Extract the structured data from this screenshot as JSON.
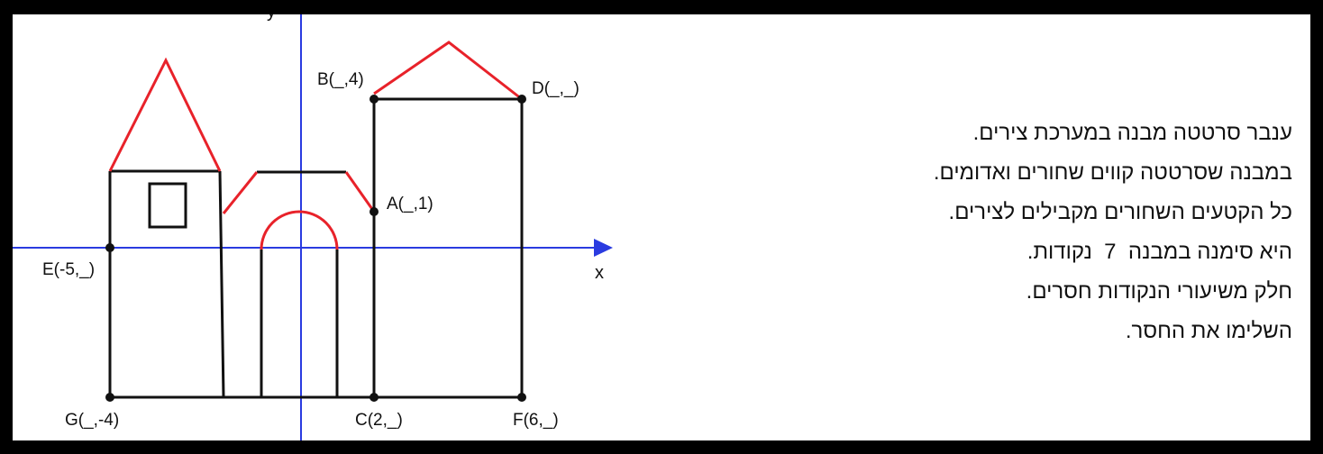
{
  "axes": {
    "x_label": "x",
    "y_label": "y"
  },
  "points": [
    {
      "id": "B",
      "label": "B(_,4)"
    },
    {
      "id": "D",
      "label": "D(_,_)"
    },
    {
      "id": "A",
      "label": "A(_,1)"
    },
    {
      "id": "E",
      "label": "E(-5,_)"
    },
    {
      "id": "G",
      "label": "G(_,-4)"
    },
    {
      "id": "C",
      "label": "C(2,_)"
    },
    {
      "id": "F",
      "label": "F(6,_)"
    }
  ],
  "text": {
    "lines": [
      "ענבר סרטטה מבנה במערכת צירים.",
      "במבנה שסרטטה קווים שחורים ואדומים.",
      "כל הקטעים השחורים מקבילים לצירים.",
      "היא סימנה במבנה  7  נקודות.",
      "חלק משיעורי הנקודות חסרים.",
      "השלימו את החסר."
    ]
  },
  "colors": {
    "axis": "#2a3be0",
    "black_lines": "#111111",
    "red_lines": "#e8222a",
    "frame": "#000000"
  }
}
